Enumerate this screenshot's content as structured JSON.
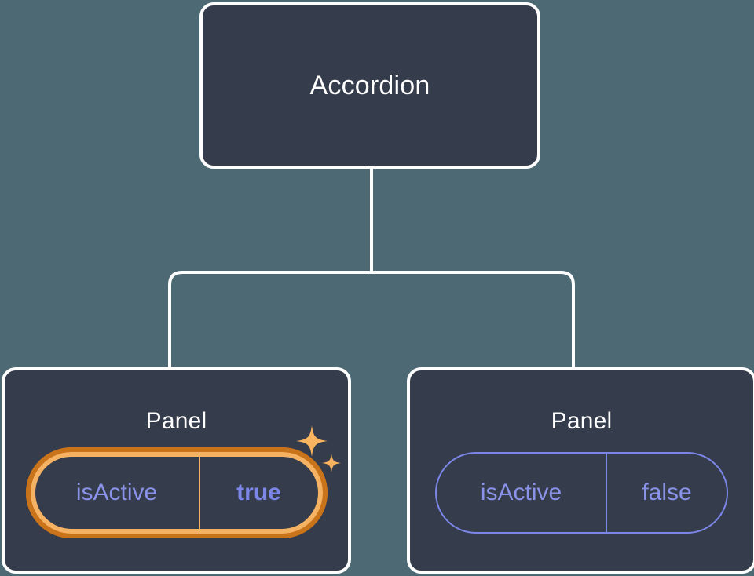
{
  "theme": {
    "background": "#4d6a74",
    "node_fill": "#353c4b",
    "node_border": "#ffffff",
    "connector": "#ffffff",
    "prop_text": "#8a92ea",
    "prop_border": "#7b86e8",
    "highlight_outer": "#c9731b",
    "highlight_inner": "#f6b263",
    "sparkle": "#f9b45f"
  },
  "tree": {
    "root": {
      "title": "Accordion"
    },
    "children": [
      {
        "title": "Panel",
        "highlighted": true,
        "prop": {
          "key": "isActive",
          "value": "true"
        },
        "sparkle_icons": [
          "sparkle-large-icon",
          "sparkle-small-icon"
        ]
      },
      {
        "title": "Panel",
        "highlighted": false,
        "prop": {
          "key": "isActive",
          "value": "false"
        }
      }
    ]
  }
}
